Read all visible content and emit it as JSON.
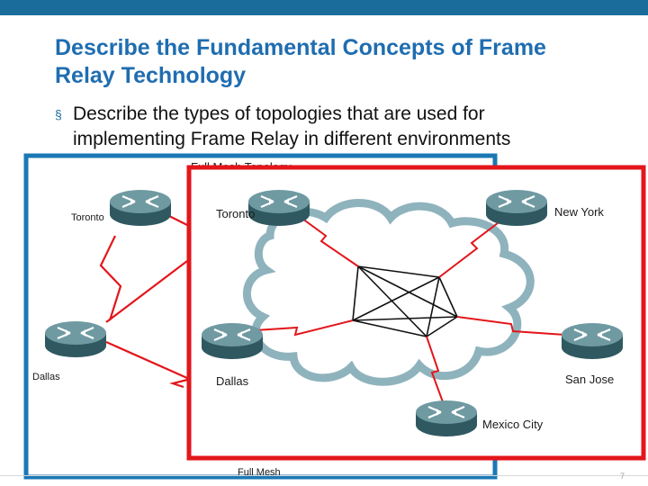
{
  "slide": {
    "title_line1": "Describe the Fundamental Concepts of Frame",
    "title_line2": "Relay Technology",
    "bullet_marker": "§",
    "bullet_text_line1": "Describe the types of topologies that are used for",
    "bullet_text_line2": "implementing Frame Relay in different environments",
    "page_number": "7"
  },
  "back_diagram": {
    "title": "Full Mesh Topology",
    "caption": "Full Mesh",
    "routers": {
      "toronto": "Toronto",
      "dallas": "Dallas"
    }
  },
  "front_diagram": {
    "routers": {
      "toronto": "Toronto",
      "new_york": "New York",
      "dallas": "Dallas",
      "san_jose": "San Jose",
      "mexico_city": "Mexico City"
    }
  },
  "colors": {
    "topbar": "#1a6d9a",
    "title": "#1f6db0",
    "frame_red": "#e3161b",
    "frame_blue": "#1b78b5",
    "cloud_fill": "#ffffff",
    "cloud_stroke": "#8fb3bd",
    "router_body": "#5f8b93"
  },
  "icons": [
    "router-icon",
    "cloud-icon"
  ]
}
